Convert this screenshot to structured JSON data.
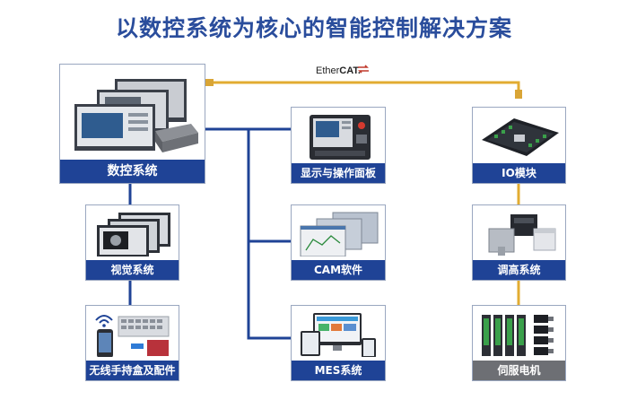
{
  "title": "以数控系统为核心的智能控制解决方案",
  "bus_label_prefix": "Ether",
  "bus_label_suffix": "CAT.",
  "colors": {
    "accent": "#1f4396",
    "bus": "#e2ac32",
    "gray_label": "#6d6f74",
    "title": "#2a4d9c"
  },
  "nodes": {
    "cnc": {
      "label": "数控系统"
    },
    "vision": {
      "label": "视觉系统"
    },
    "wireless": {
      "label": "无线手持盒及配件"
    },
    "display": {
      "label": "显示与操作面板"
    },
    "cam": {
      "label": "CAM软件"
    },
    "mes": {
      "label": "MES系统"
    },
    "io": {
      "label": "IO模块"
    },
    "height": {
      "label": "调高系统"
    },
    "servo": {
      "label": "伺服电机"
    }
  }
}
